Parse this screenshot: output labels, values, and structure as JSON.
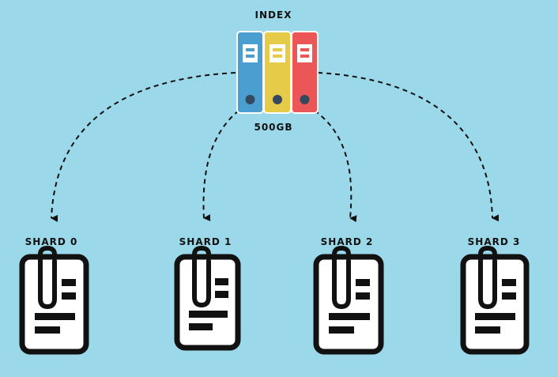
{
  "index": {
    "title": "INDEX",
    "size": "500GB",
    "binder_colors": [
      "#4a9fd0",
      "#e6cb48",
      "#eb5656"
    ]
  },
  "shards": [
    {
      "label": "SHARD 0"
    },
    {
      "label": "SHARD 1"
    },
    {
      "label": "SHARD 2"
    },
    {
      "label": "SHARD 3"
    }
  ],
  "colors": {
    "background": "#9bd8e9",
    "ink": "#111111",
    "paper": "#ffffff"
  },
  "icons": {
    "index": "binders-icon",
    "shard": "clipboard-document-icon",
    "connector": "dashed-arrow"
  }
}
